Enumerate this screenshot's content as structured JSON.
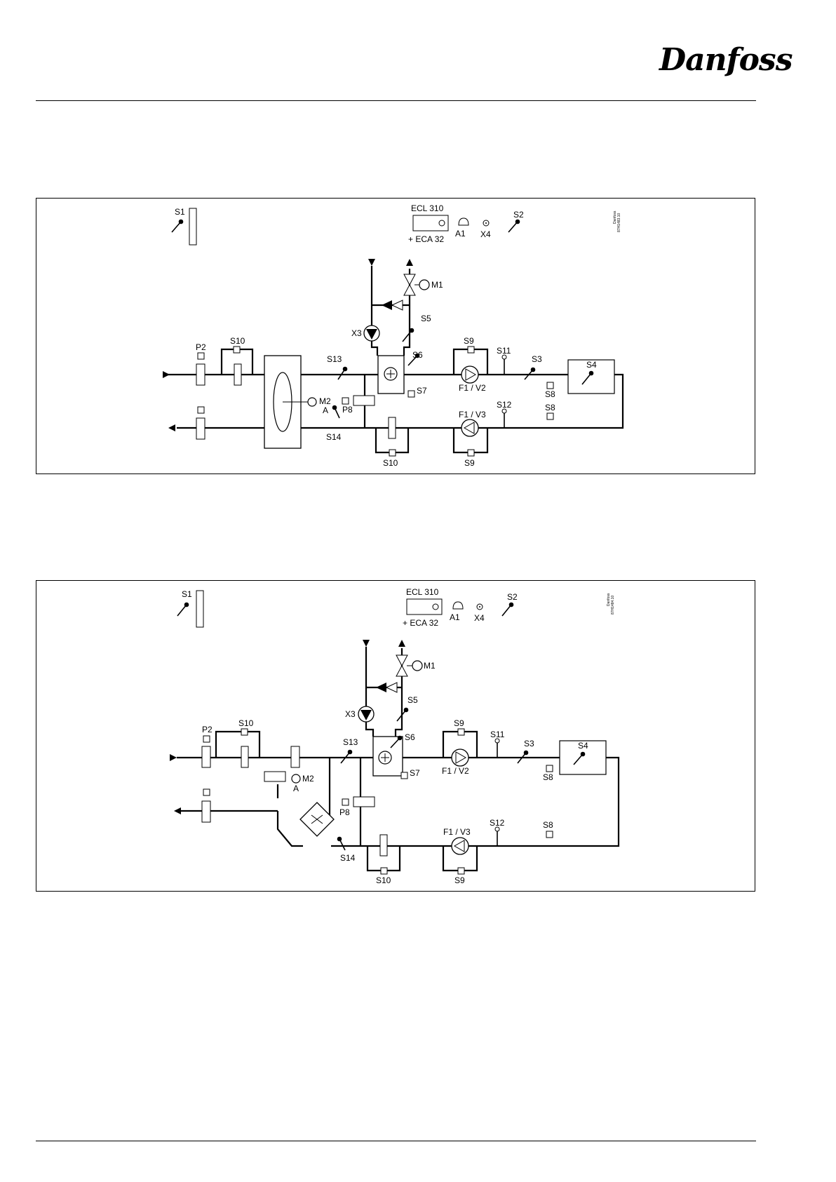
{
  "header": {
    "brand": "Danfoss"
  },
  "diagram1": {
    "labels": {
      "S1": "S1",
      "S2": "S2",
      "S3": "S3",
      "S4": "S4",
      "S5": "S5",
      "S6": "S6",
      "S7": "S7",
      "S8a": "S8",
      "S8b": "S8",
      "S9a": "S9",
      "S9b": "S9",
      "S10a": "S10",
      "S10b": "S10",
      "S11": "S11",
      "S12": "S12",
      "S13": "S13",
      "S14": "S14",
      "P2": "P2",
      "P8": "P8",
      "M1": "M1",
      "M2": "M2",
      "A": "A",
      "A1": "A1",
      "X3": "X3",
      "X4": "X4",
      "F1V2": "F1 / V2",
      "F1V3": "F1 / V3",
      "ecl": "ECL 310",
      "eca": "+ ECA 32",
      "code1": "Danfoss",
      "code2": "87H1483.10"
    }
  },
  "diagram2": {
    "labels": {
      "S1": "S1",
      "S2": "S2",
      "S3": "S3",
      "S4": "S4",
      "S5": "S5",
      "S6": "S6",
      "S7": "S7",
      "S8a": "S8",
      "S8b": "S8",
      "S9a": "S9",
      "S9b": "S9",
      "S10a": "S10",
      "S10b": "S10",
      "S11": "S11",
      "S12": "S12",
      "S13": "S13",
      "S14": "S14",
      "P2": "P2",
      "P8": "P8",
      "M1": "M1",
      "M2": "M2",
      "A": "A",
      "A1": "A1",
      "X3": "X3",
      "X4": "X4",
      "F1V2": "F1 / V2",
      "F1V3": "F1 / V3",
      "ecl": "ECL 310",
      "eca": "+ ECA 32",
      "code1": "Danfoss",
      "code2": "87H1484.10"
    }
  }
}
